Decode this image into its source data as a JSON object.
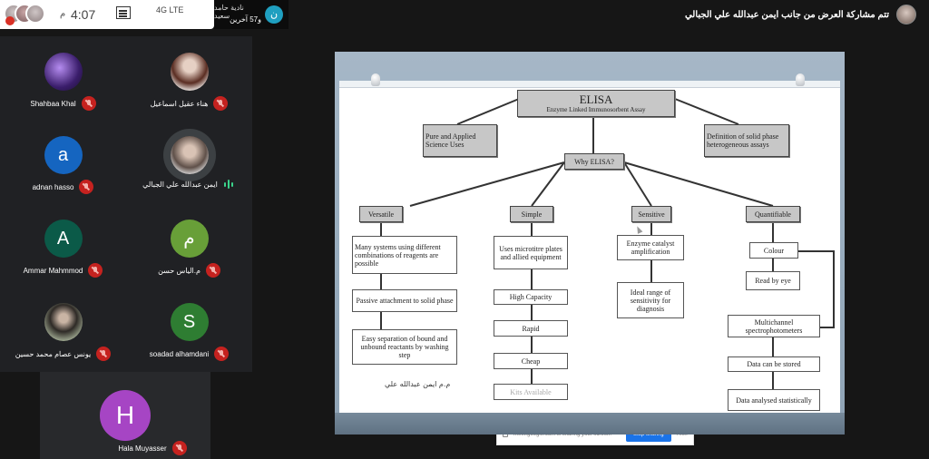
{
  "statusbar": {
    "time": "4:07",
    "time_suffix": "م",
    "signal": "4G LTE",
    "present_icon": "present-screen-icon"
  },
  "notification": {
    "line1": "نادية حامد سعيد",
    "line2": "و57 آخرين",
    "icon_letter": "ن"
  },
  "presenter": {
    "text": "تتم مشاركة العرض من جانب ايمن عبدالله علي الجبالي"
  },
  "participants": [
    {
      "name": "Shahbaa Khal",
      "avatar_type": "photo",
      "muted": true
    },
    {
      "name": "هناء عقيل اسماعيل",
      "avatar_type": "photo",
      "muted": true
    },
    {
      "name": "adnan hasso",
      "avatar_letter": "a",
      "avatar_color": "#1565c0",
      "muted": true
    },
    {
      "name": "ايمن عبدالله علي الجبالي",
      "avatar_type": "photo",
      "muted": false,
      "speaking": true
    },
    {
      "name": "Ammar Mahmmod",
      "avatar_letter": "A",
      "avatar_color": "#0b5a48",
      "muted": true
    },
    {
      "name": "م.الياس حسن",
      "avatar_letter": "م",
      "avatar_color": "#689f38",
      "muted": true
    },
    {
      "name": "يونس عصام محمد حسين",
      "avatar_type": "photo",
      "muted": true
    },
    {
      "name": "soadad alhamdani",
      "avatar_letter": "S",
      "avatar_color": "#2e7d32",
      "muted": true
    },
    {
      "name": "Hala Muyasser",
      "avatar_letter": "H",
      "avatar_color": "#a645c4",
      "muted": true
    }
  ],
  "slide": {
    "title": "ELISA",
    "subtitle": "Enzyme Linked Immunosorbent Assay",
    "left_note": "Pure and Applied Science Uses",
    "right_note": "Definition of solid phase heterogeneous assays",
    "center": "Why ELISA?",
    "branches": [
      {
        "label": "Versatile",
        "items": [
          "Many systems using different combinations of reagents are possible",
          "Passive attachment to solid phase",
          "Easy separation of bound and unbound reactants by washing step"
        ]
      },
      {
        "label": "Simple",
        "items": [
          "Uses microtitre plates and allied equipment",
          "High Capacity",
          "Rapid",
          "Cheap",
          "Kits Available"
        ]
      },
      {
        "label": "Sensitive",
        "items": [
          "Enzyme catalyst amplification",
          "Ideal range of sensitivity for diagnosis"
        ]
      },
      {
        "label": "Quantifiable",
        "items": [
          "Colour",
          "Read by eye",
          "Multichannel spectrophotometers",
          "Data can be stored",
          "Data analysed statistically"
        ]
      }
    ],
    "signature": "م.م ايمن عبدالله علي"
  },
  "sharebar": {
    "text": "meet.google.com is sharing your screen.",
    "stop_label": "Stop sharing",
    "hide_label": "Hide"
  }
}
